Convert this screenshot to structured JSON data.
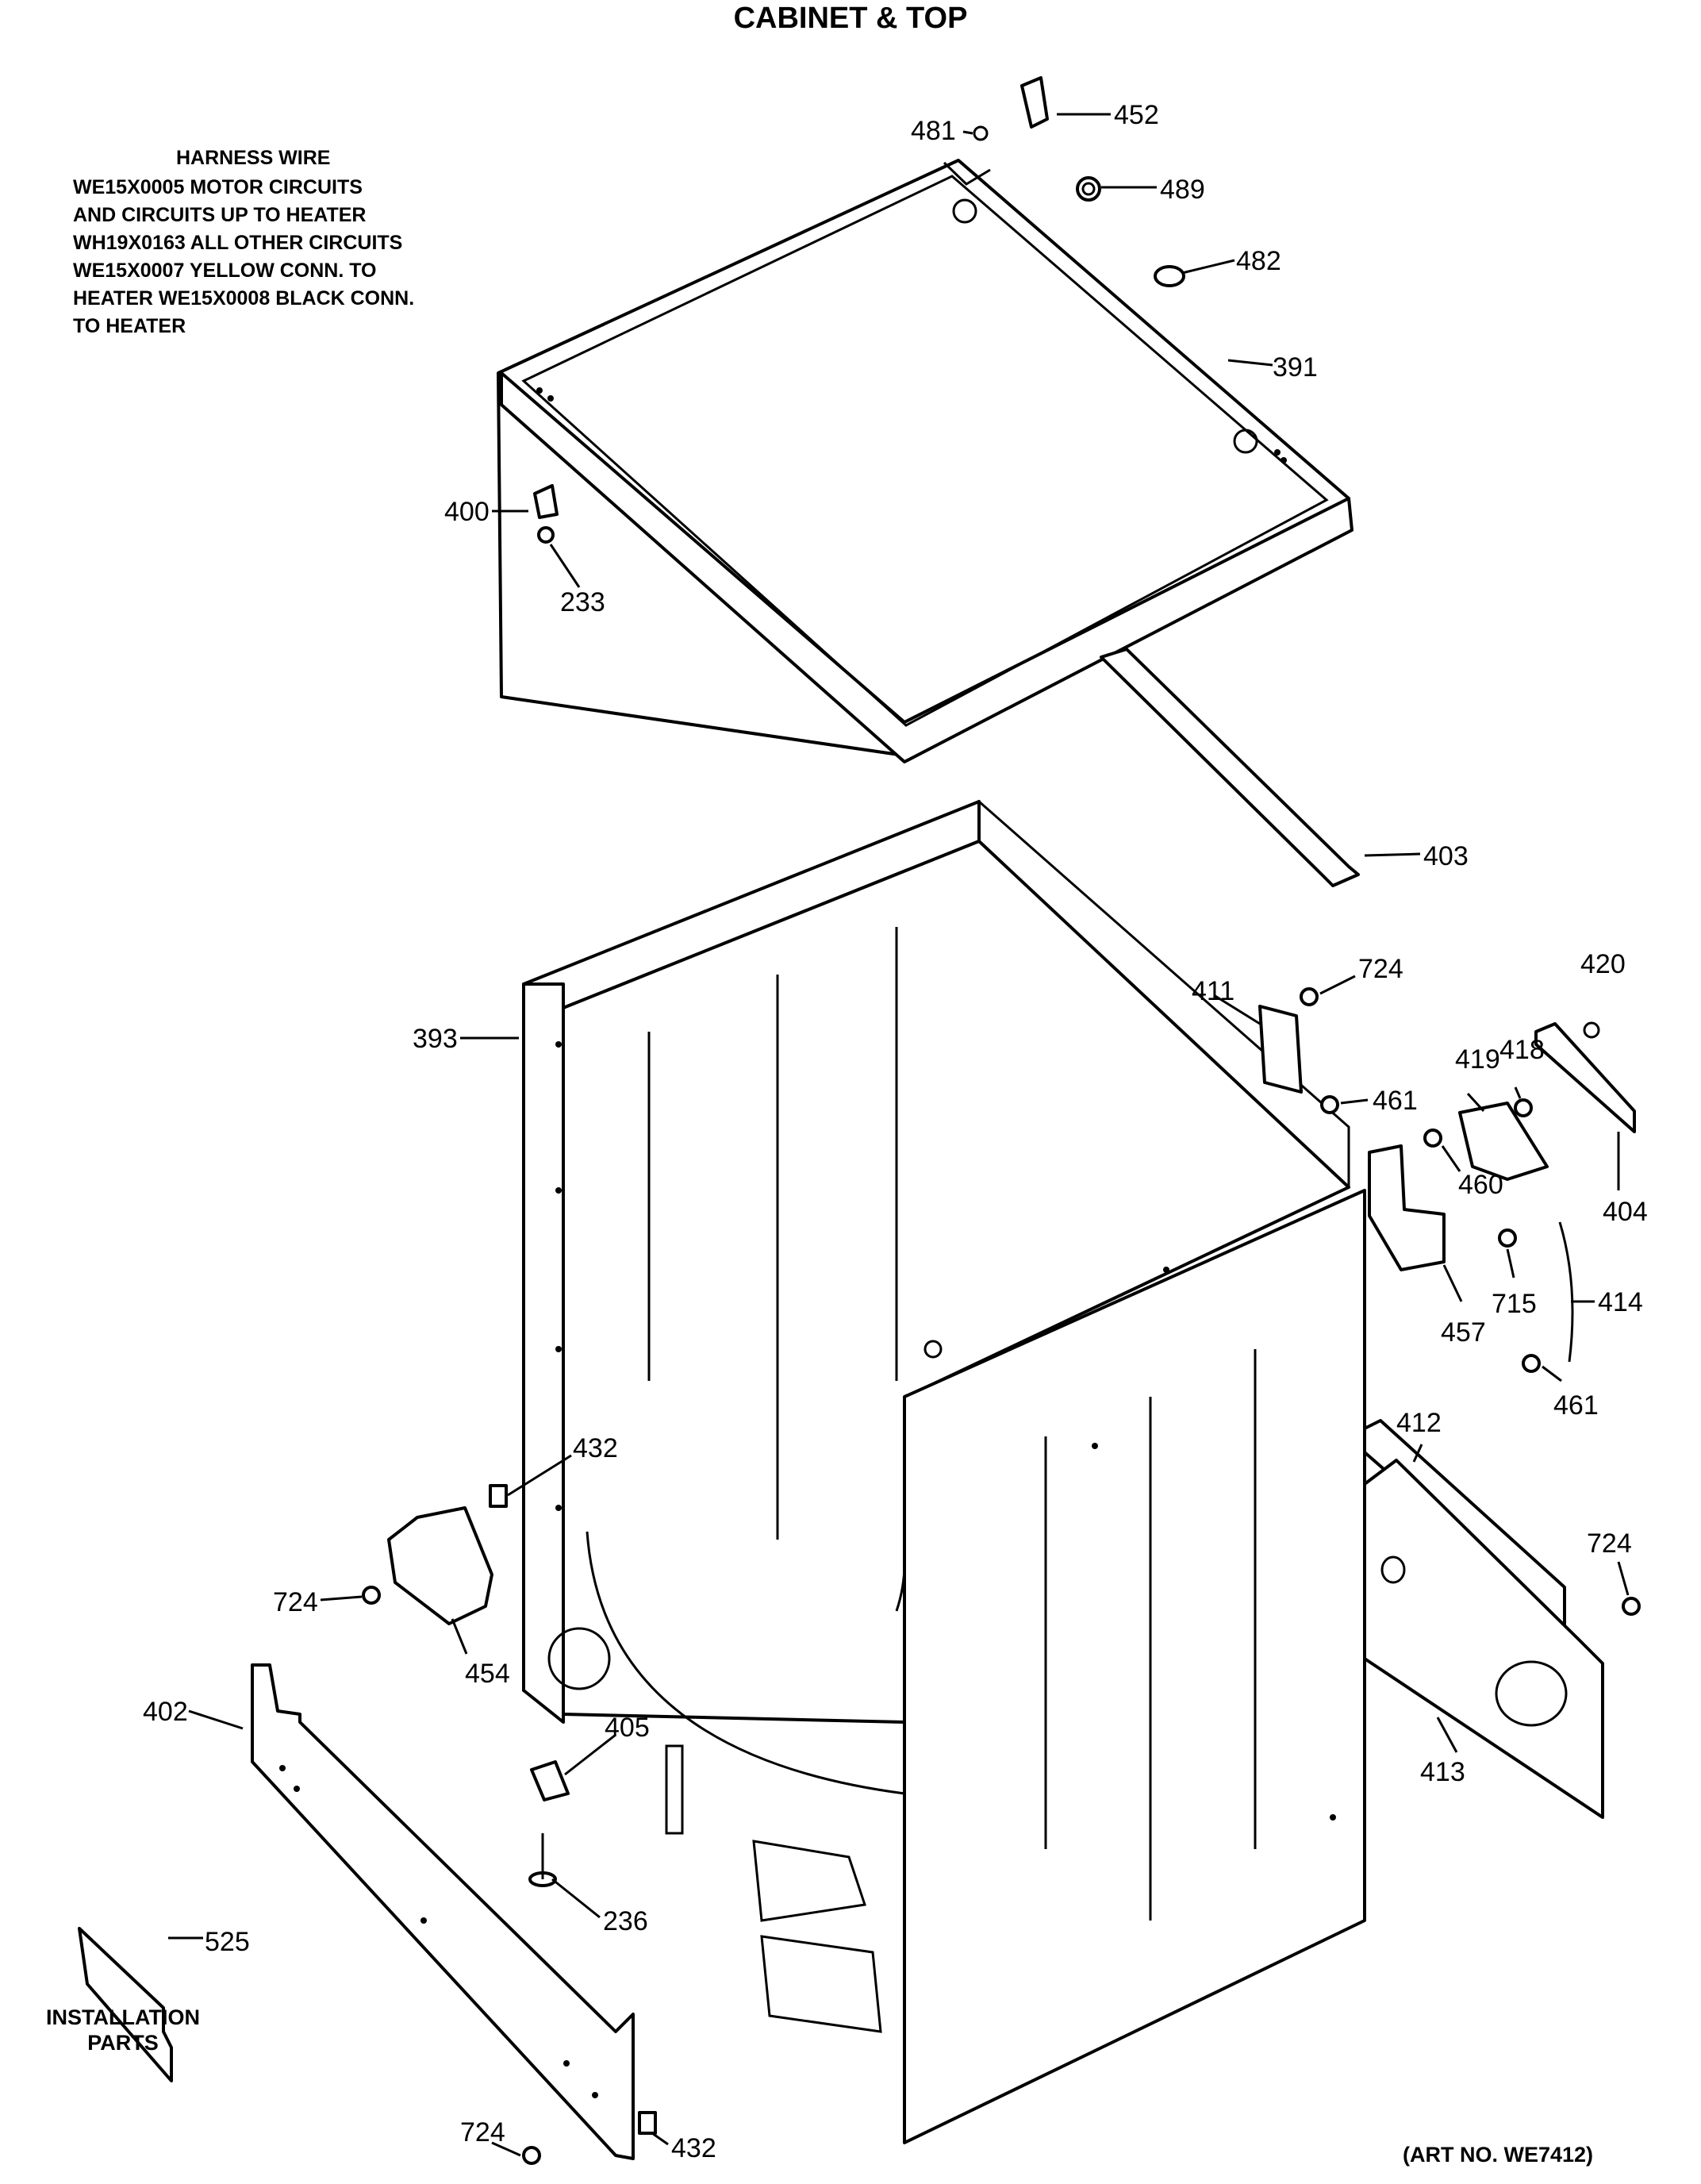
{
  "page": {
    "title": "CABINET & TOP",
    "art_number": "(ART NO. WE7412)"
  },
  "harness_note": {
    "heading": "HARNESS WIRE",
    "lines": [
      "WE15X0005 MOTOR CIRCUITS",
      "AND CIRCUITS UP TO HEATER",
      "WH19X0163 ALL OTHER CIRCUITS",
      "WE15X0007 YELLOW CONN. TO",
      "HEATER WE15X0008 BLACK CONN.",
      "TO HEATER"
    ]
  },
  "installation_label": {
    "line1": "INSTALLATION",
    "line2": "PARTS"
  },
  "callouts": {
    "c481": "481",
    "c452": "452",
    "c489": "489",
    "c482": "482",
    "c391": "391",
    "c400": "400",
    "c233": "233",
    "c403": "403",
    "c393": "393",
    "c411": "411",
    "c724_top": "724",
    "c420": "420",
    "c419": "419",
    "c418": "418",
    "c461_top": "461",
    "c460": "460",
    "c404": "404",
    "c457": "457",
    "c715": "715",
    "c414": "414",
    "c461_bottom": "461",
    "c412": "412",
    "c724_right": "724",
    "c413": "413",
    "c432_top": "432",
    "c724_left": "724",
    "c454": "454",
    "c402": "402",
    "c405": "405",
    "c236": "236",
    "c525": "525",
    "c724_bottom": "724",
    "c432_bottom": "432"
  }
}
